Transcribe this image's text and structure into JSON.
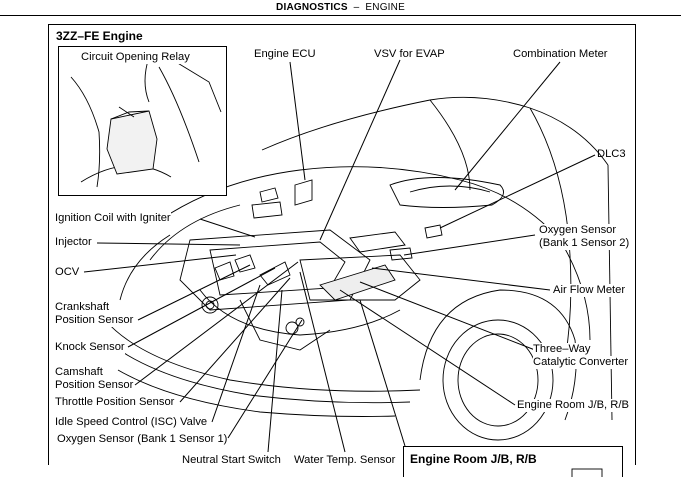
{
  "header": {
    "section": "DIAGNOSTICS",
    "separator": "–",
    "subsection": "ENGINE"
  },
  "diagram": {
    "title": "3ZZ–FE Engine",
    "inset_label": "Circuit Opening Relay",
    "labels_top": [
      "Engine ECU",
      "VSV for EVAP",
      "Combination Meter",
      "DLC3"
    ],
    "labels_left": {
      "ignition_coil": "Ignition Coil with Igniter",
      "injector": "Injector",
      "ocv": "OCV",
      "crankshaft_1": "Crankshaft",
      "crankshaft_2": "Position Sensor",
      "knock": "Knock Sensor",
      "camshaft_1": "Camshaft",
      "camshaft_2": "Position Sensor",
      "throttle": "Throttle Position Sensor",
      "isc": "Idle Speed Control (ISC) Valve",
      "oxygen_left": "Oxygen Sensor (Bank 1 Sensor 1)"
    },
    "labels_bottom": {
      "neutral": "Neutral Start Switch",
      "water": "Water Temp. Sensor"
    },
    "labels_right": {
      "oxygen_1": "Oxygen Sensor",
      "oxygen_2": "(Bank 1 Sensor 2)",
      "airflow": "Air Flow Meter",
      "catalytic_1": "Three–Way",
      "catalytic_2": "Catalytic Converter",
      "engine_room": "Engine Room J/B, R/B"
    },
    "jb_box_title": "Engine Room J/B, R/B"
  }
}
